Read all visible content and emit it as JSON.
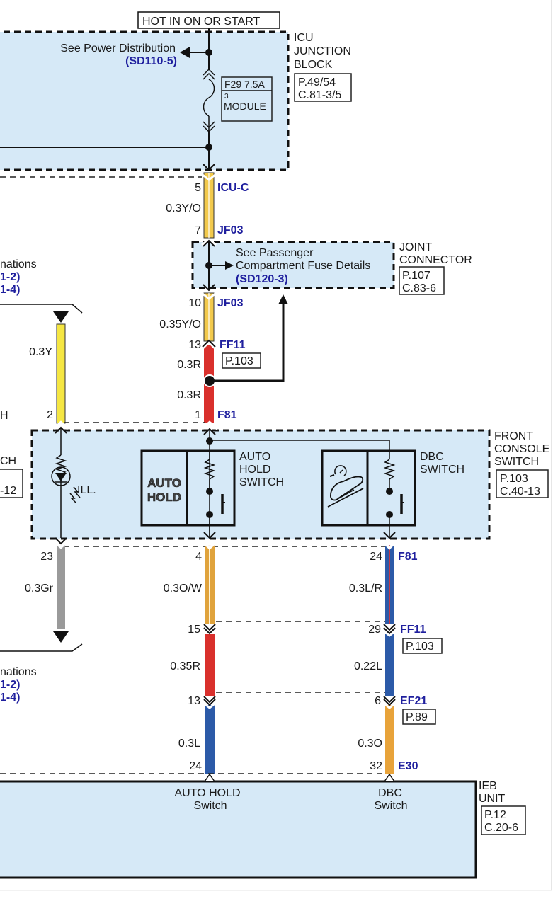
{
  "power_source": {
    "label": "HOT IN ON OR START"
  },
  "icu_junction_block": {
    "name_lines": [
      "ICU",
      "JUNCTION",
      "BLOCK"
    ],
    "ref_lines": [
      "P.49/54",
      "C.81-3/5"
    ],
    "see_text": "See Power Distribution",
    "see_ref": "(SD110-5)",
    "fuse": {
      "name": "F29 7.5A",
      "index": "3",
      "label": "MODULE"
    }
  },
  "joint_connector": {
    "name_lines": [
      "JOINT",
      "CONNECTOR"
    ],
    "ref_lines": [
      "P.107",
      "C.83-6"
    ],
    "see_text_lines": [
      "See Passenger",
      "Compartment Fuse Details"
    ],
    "see_ref": "(SD120-3)"
  },
  "left_offpage": {
    "top_text": "nations",
    "top_refs": [
      "1-2)",
      "1-4)"
    ],
    "bottom_text": "nations",
    "bottom_refs": [
      "1-2)",
      "1-4)"
    ]
  },
  "front_console_switch": {
    "name_lines": [
      "FRONT",
      "CONSOLE",
      "SWITCH"
    ],
    "ref_lines": [
      "P.103",
      "C.40-13"
    ],
    "left_cut_labels": [
      "H",
      "CH",
      "-12"
    ],
    "illumination_label": "ILL.",
    "auto_hold_switch": {
      "icon_text": [
        "AUTO",
        "HOLD"
      ],
      "name_lines": [
        "AUTO",
        "HOLD",
        "SWITCH"
      ]
    },
    "dbc_switch": {
      "name_lines": [
        "DBC",
        "SWITCH"
      ]
    }
  },
  "ieb_unit": {
    "name_lines": [
      "IEB",
      "UNIT"
    ],
    "ref_lines": [
      "P.12",
      "C.20-6"
    ],
    "pins": [
      {
        "lines": [
          "AUTO HOLD",
          "Switch"
        ]
      },
      {
        "lines": [
          "DBC",
          "Switch"
        ]
      }
    ]
  },
  "wires": {
    "main_feed": [
      {
        "pin": "5",
        "connector": "ICU-C",
        "wire": "0.3Y/O",
        "color": "#f2c94c",
        "stripe": "#ffffff"
      },
      {
        "pin": "7",
        "connector": "JF03"
      },
      {
        "pin": "10",
        "connector": "JF03",
        "wire": "0.35Y/O",
        "color": "#f2c94c",
        "stripe": "#ffffff"
      },
      {
        "pin": "13",
        "connector": "FF11",
        "ref": "P.103",
        "wire": "0.3R",
        "color": "#d9302c"
      },
      {
        "wire": "0.3R",
        "color": "#d9302c"
      },
      {
        "pin": "1",
        "connector": "F81"
      }
    ],
    "illumination": {
      "pin_top": "2",
      "wire_top": "0.3Y",
      "color_top": "#f5e642",
      "pin_bottom": "23",
      "wire_bottom": "0.3Gr",
      "color_bottom": "#9a9a9a"
    },
    "auto_hold": [
      {
        "pin": "4",
        "wire": "0.3O/W",
        "color": "#e0a33c",
        "stripe": "#fff3d6"
      },
      {
        "pin": "15",
        "wire": "0.35R",
        "color": "#d9302c"
      },
      {
        "pin": "13",
        "wire": "0.3L",
        "color": "#2c5aa8"
      },
      {
        "pin": "24"
      }
    ],
    "dbc": [
      {
        "pin": "24",
        "connector": "F81",
        "wire": "0.3L/R",
        "color": "#2c5aa8",
        "stripe": "#c0394b"
      },
      {
        "pin": "29",
        "connector": "FF11",
        "ref": "P.103",
        "wire": "0.22L",
        "color": "#2c5aa8"
      },
      {
        "pin": "6",
        "connector": "EF21",
        "ref": "P.89",
        "wire": "0.3O",
        "color": "#e8a33a"
      },
      {
        "pin": "32",
        "connector": "E30"
      }
    ]
  },
  "colors": {
    "box_fill": "#d6e9f7",
    "connector_text": "#1f1f9e"
  }
}
